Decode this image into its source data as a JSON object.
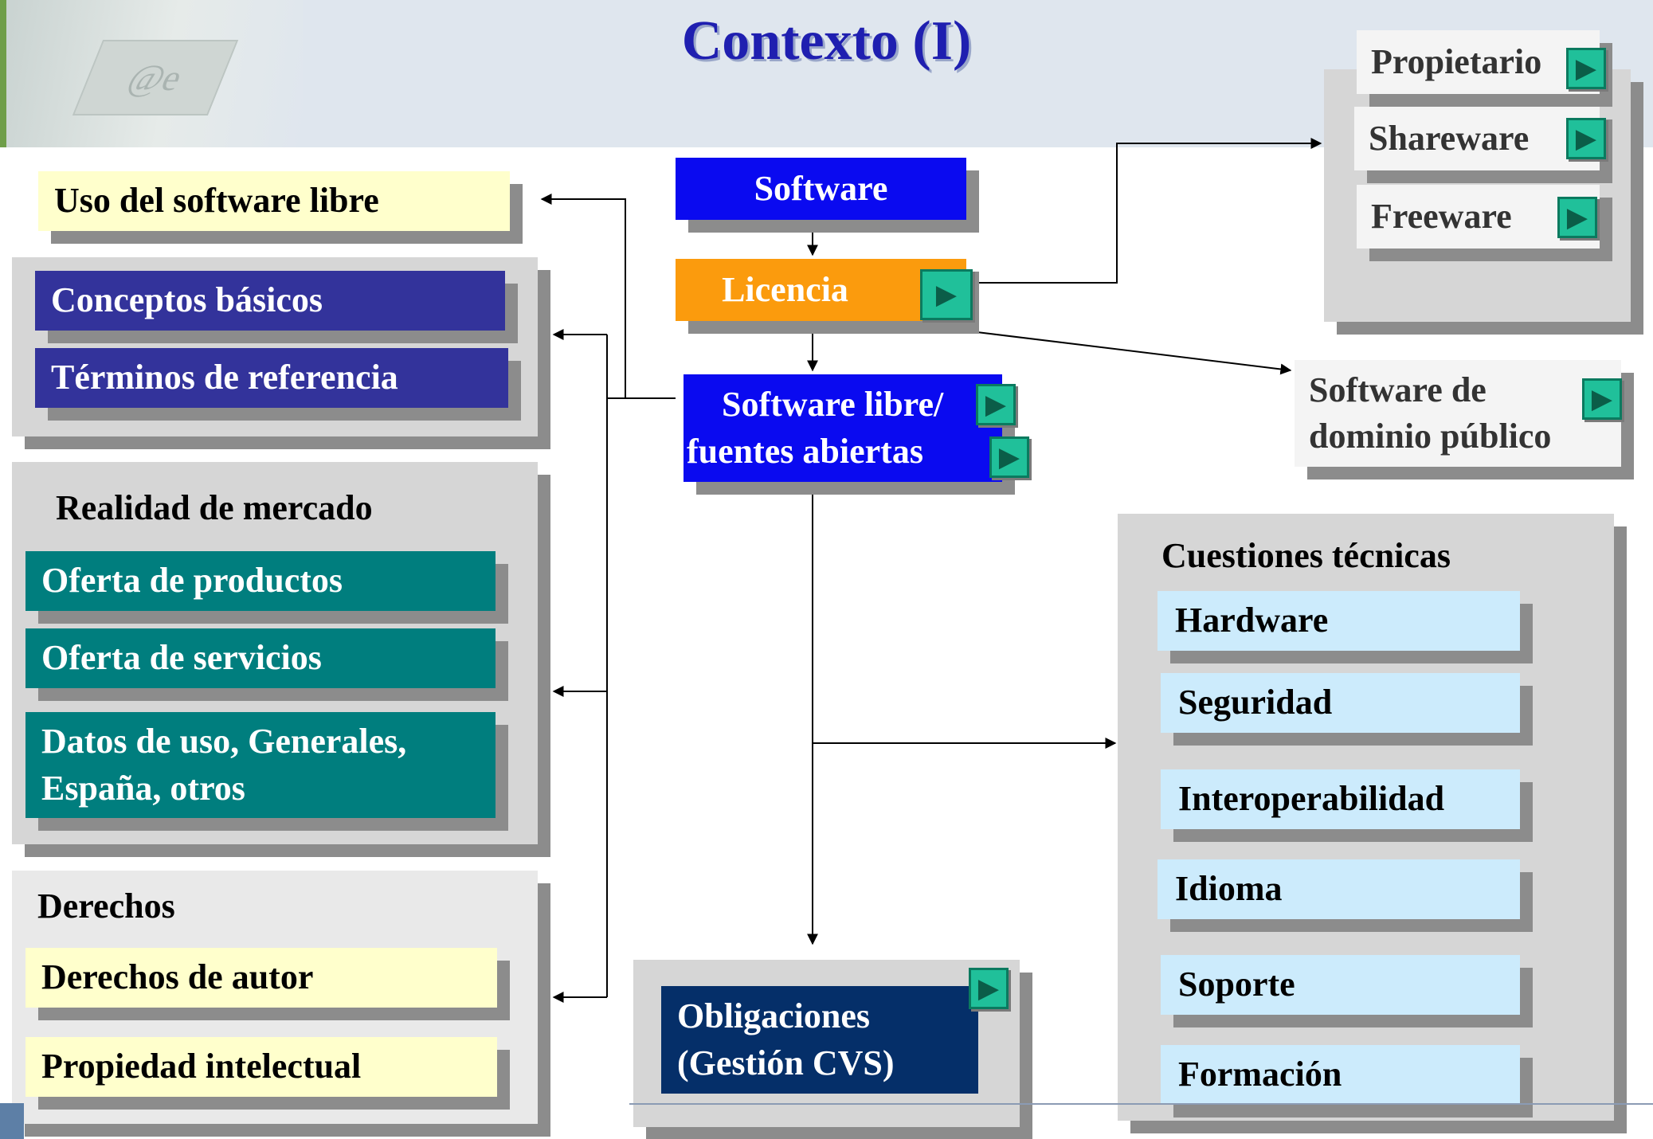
{
  "title": "Contexto (I)",
  "header_icon": "@e",
  "center": {
    "software": "Software",
    "licencia": "Licencia",
    "libre_line1": "Software libre/",
    "libre_line2": "fuentes abiertas",
    "obligaciones_line1": "Obligaciones",
    "obligaciones_line2": "(Gestión CVS)"
  },
  "left": {
    "uso": "Uso del software libre",
    "conceptos": "Conceptos básicos",
    "terminos": "Términos de referencia",
    "mercado_heading": "Realidad de mercado",
    "oferta_productos": "Oferta de productos",
    "oferta_servicios": "Oferta de servicios",
    "datos_line1": "Datos de uso, Generales,",
    "datos_line2": "España, otros",
    "derechos_heading": "Derechos",
    "derechos_autor": "Derechos de autor",
    "propiedad": "Propiedad intelectual"
  },
  "licenses": {
    "propietario": "Propietario",
    "shareware": "Shareware",
    "freeware": "Freeware",
    "dominio_line1": "Software de",
    "dominio_line2": "dominio público"
  },
  "tecnicas": {
    "heading": "Cuestiones técnicas",
    "items": [
      "Hardware",
      "Seguridad",
      "Interoperabilidad",
      "Idioma",
      "Soporte",
      "Formación"
    ]
  },
  "icons": {
    "link_button": "play-arrow-icon",
    "arrow": "arrow-icon"
  },
  "colors": {
    "title": "#1f1fb0",
    "software": "#0a0af0",
    "licencia": "#fb9b0d",
    "conceptos": "#33339b",
    "mercado": "#007e7e",
    "derechos": "#ffffcc",
    "tecnicas": "#ccebfc",
    "obligaciones": "#052f69",
    "play_button": "#20c09a"
  }
}
